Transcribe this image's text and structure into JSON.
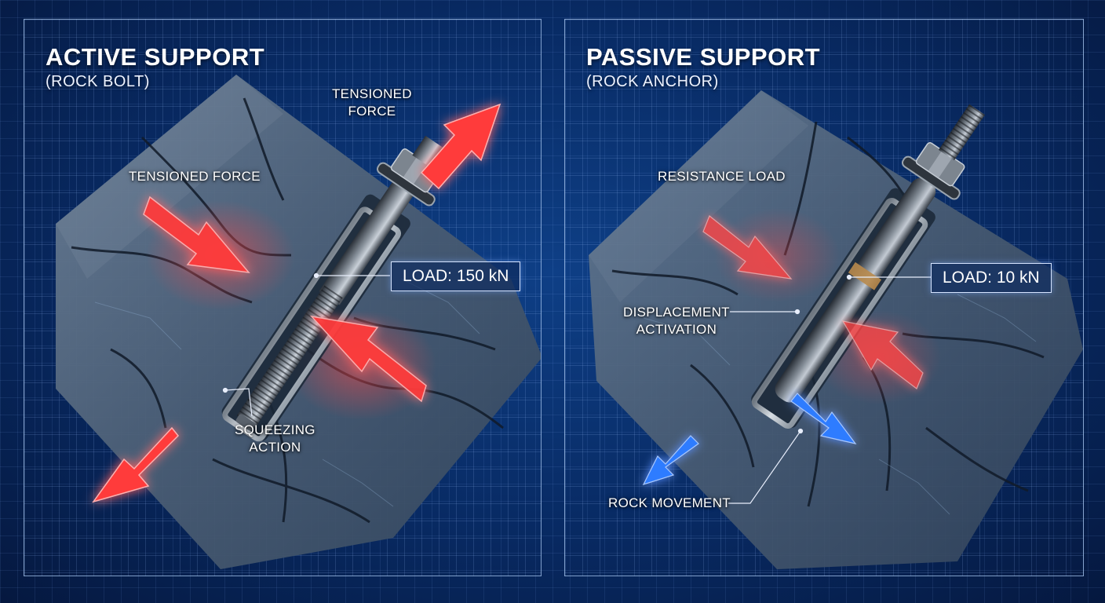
{
  "colors": {
    "background": "#082a63",
    "grid_line": "#a0c3ff",
    "force_arrow_red": "#ff3b3b",
    "movement_arrow_blue": "#2f7bff",
    "rock": "#4b5e74",
    "steel": "#8f98a3"
  },
  "active_panel": {
    "title": "ACTIVE SUPPORT",
    "subtitle": "(ROCK BOLT)",
    "label_tensioned_force_top": "TENSIONED\nFORCE",
    "label_tensioned_force_left": "TENSIONED FORCE",
    "label_squeezing_action": "SQUEEZING\nACTION",
    "load_label": "LOAD: 150 kN"
  },
  "passive_panel": {
    "title": "PASSIVE SUPPORT",
    "subtitle": "(ROCK ANCHOR)",
    "label_resistance_load": "RESISTANCE LOAD",
    "label_displacement_activation": "DISPLACEMENT\nACTIVATION",
    "label_rock_movement": "ROCK MOVEMENT",
    "load_label": "LOAD: 10 kN"
  }
}
